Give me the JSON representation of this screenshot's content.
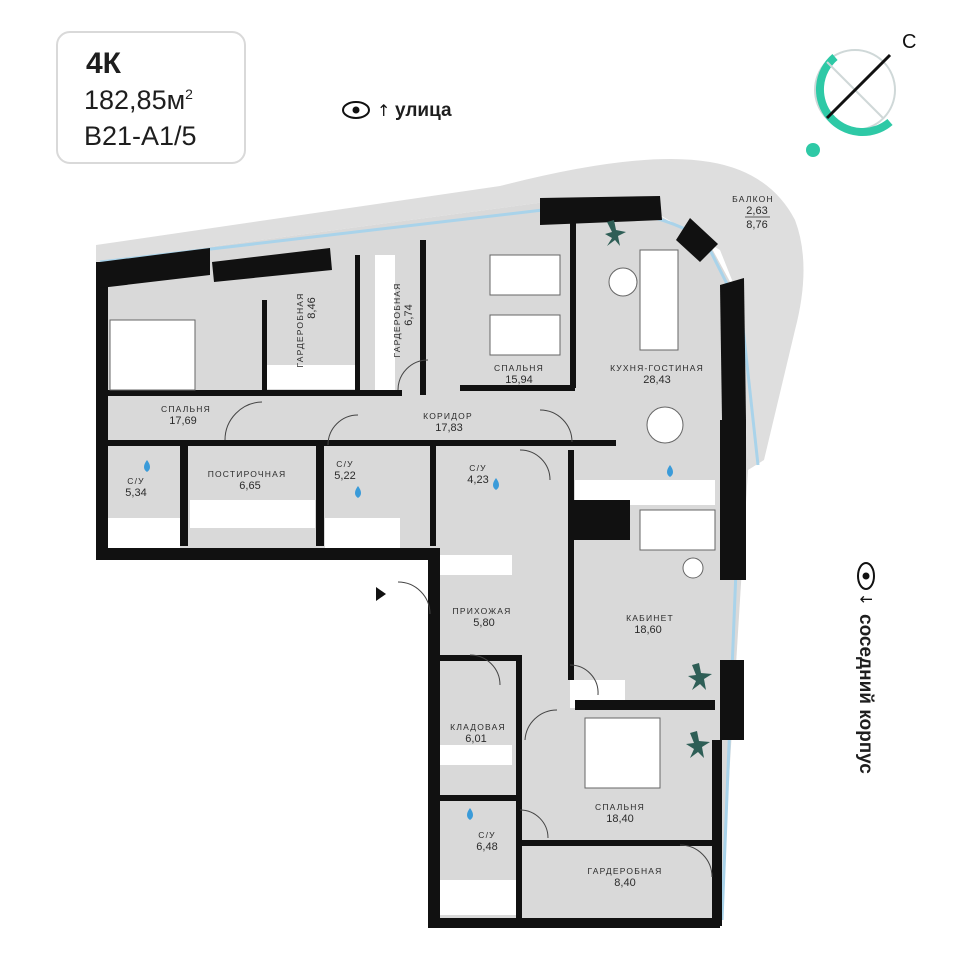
{
  "apartment": {
    "type": "4К",
    "area_value": "182,85м",
    "area_sup": "2",
    "code": "B21-A1/5"
  },
  "compass": {
    "north_letter": "С"
  },
  "directions": {
    "street": "улица",
    "neighbor": "соседний корпус"
  },
  "rooms": [
    {
      "name": "СПАЛЬНЯ",
      "area": "17,69"
    },
    {
      "name": "ГАРДЕРОБНАЯ",
      "area": "8,46"
    },
    {
      "name": "ГАРДЕРОБНАЯ",
      "area": "6,74"
    },
    {
      "name": "СПАЛЬНЯ",
      "area": "15,94"
    },
    {
      "name": "КУХНЯ-ГОСТИНАЯ",
      "area": "28,43"
    },
    {
      "name": "БАЛКОН",
      "area": "2,63",
      "area2": "8,76"
    },
    {
      "name": "КОРИДОР",
      "area": "17,83"
    },
    {
      "name": "С/У",
      "area": "5,34"
    },
    {
      "name": "ПОСТИРОЧНАЯ",
      "area": "6,65"
    },
    {
      "name": "С/У",
      "area": "5,22"
    },
    {
      "name": "С/У",
      "area": "4,23"
    },
    {
      "name": "ПРИХОЖАЯ",
      "area": "5,80"
    },
    {
      "name": "КАБИНЕТ",
      "area": "18,60"
    },
    {
      "name": "КЛАДОВАЯ",
      "area": "6,01"
    },
    {
      "name": "СПАЛЬНЯ",
      "area": "18,40"
    },
    {
      "name": "С/У",
      "area": "6,48"
    },
    {
      "name": "ГАРДЕРОБНАЯ",
      "area": "8,40"
    }
  ],
  "colors": {
    "wall": "#111111",
    "floor": "#dcdcdc",
    "glass": "#a9d3ea",
    "water": "#3a9bd9",
    "compass_accent": "#2ec9a6"
  }
}
